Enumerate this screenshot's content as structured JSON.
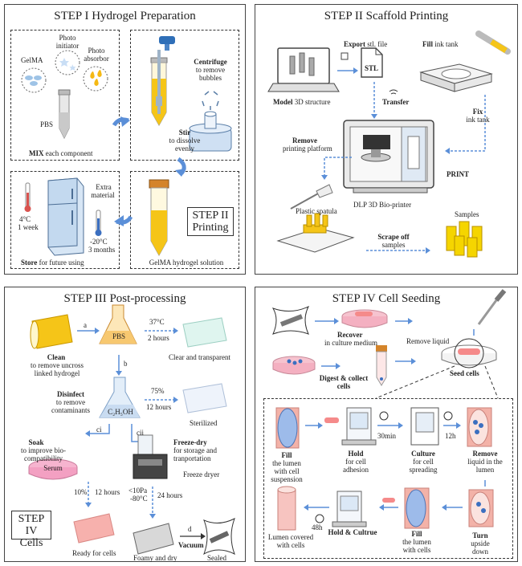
{
  "step1": {
    "title": "STEP I  Hydrogel Preparation",
    "gelma": "GelMA",
    "photo_initiator_1": "Photo",
    "photo_initiator_2": "initiator",
    "photo_absorbor_1": "Photo",
    "photo_absorbor_2": "absorbor",
    "pbs": "PBS",
    "mix_bold": "MIX",
    "mix_rest": " each component",
    "stir_bold": "Stir",
    "stir_1": "to dissolve",
    "stir_2": "evenly",
    "centrifuge_bold": "Centrifuge",
    "centrifuge_1": "to remove",
    "centrifuge_2": "bubbles",
    "temp1": "4°C",
    "temp1_time": "1 week",
    "extra_1": "Extra",
    "extra_2": "material",
    "temp2": "-20°C",
    "temp2_time": "3 months",
    "store_bold": "Store",
    "store_rest": " for future using",
    "step2_label_1": "STEP II",
    "step2_label_2": "Printing",
    "solution": "GelMA hydrogel solution"
  },
  "step2": {
    "title": "STEP II  Scaffold Printing",
    "export_bold": "Export",
    "export_rest": " stl. file",
    "stl": "STL",
    "model_bold": "Model",
    "model_rest": " 3D structure",
    "transfer": "Transfer",
    "fill_bold": "Fill",
    "fill_rest": " ink tank",
    "fix_1": "Fix",
    "fix_2": "ink tank",
    "remove_bold": "Remove",
    "remove_rest": "printing platform",
    "print": "PRINT",
    "spatula": "Plastic spatula",
    "printer": "DLP 3D Bio-printer",
    "samples": "Samples",
    "scrape_bold": "Scrape off",
    "scrape_rest": "samples"
  },
  "step3": {
    "title": "STEP III  Post-processing",
    "a": "a",
    "b": "b",
    "d": "d",
    "ci": "ci",
    "cii": "cii",
    "pbs": "PBS",
    "c37": "37°C",
    "h2": "2 hours",
    "clear": "Clear and transparent",
    "clean_bold": "Clean",
    "clean_1": "to remove uncross",
    "clean_2": "linked hydrogel",
    "disinfect_bold": "Disinfect",
    "disinfect_1": "to remove",
    "disinfect_2": "contaminants",
    "ethanol": "C₂H₅OH",
    "p75": "75%",
    "h12": "12 hours",
    "sterilized": "Sterilized",
    "soak_bold": "Soak",
    "soak_1": "to improve bio-",
    "soak_2": "compatibility",
    "serum": "Serum",
    "freeze_bold": "Freeze-dry",
    "freeze_1": "for storage and",
    "freeze_2": "tranportation",
    "dryer": "Freeze dryer",
    "p10": "10%",
    "h12b": "12 hours",
    "pa": "<10Pa",
    "c80": "-80°C",
    "h24": "24 hours",
    "step4_label_1": "STEP IV",
    "step4_label_2": "Cells",
    "ready": "Ready for cells",
    "foamy": "Foamy and dry",
    "vacuum": "Vacuum",
    "sealed": "Sealed"
  },
  "step4": {
    "title": "STEP IV  Cell Seeding",
    "recover_bold": "Recover",
    "recover_rest": "in culture medium",
    "remove_liquid": "Remove liquid",
    "digest_bold": "Digest & collect",
    "digest_rest": "cells",
    "seed_bold": "Seed cells",
    "fill1_1": "Fill",
    "fill1_2": "the lumen",
    "fill1_3": "with cell",
    "fill1_4": "suspension",
    "hold_bold": "Hold",
    "hold_1": "for cell",
    "hold_2": "adhesion",
    "min30": "30min",
    "culture_bold": "Culture",
    "culture_1": "for cell",
    "culture_2": "spreading",
    "h12": "12h",
    "remove2_bold": "Remove",
    "remove2_1": "liquid in the",
    "remove2_2": "lumen",
    "lumen_1": "Lumen covered",
    "lumen_2": "with cells",
    "h48": "48h",
    "holdc_bold": "Hold & Cultrue",
    "fill2_bold": "Fill",
    "fill2_1": "the lumen",
    "fill2_2": "with cells",
    "turn_bold": "Turn",
    "turn_1": "upside",
    "turn_2": "down"
  },
  "colors": {
    "arrow": "#5b8fd8",
    "hydrogel": "#f5c518",
    "tube_pink": "#f3a9a6",
    "panel_border": "#444444"
  }
}
